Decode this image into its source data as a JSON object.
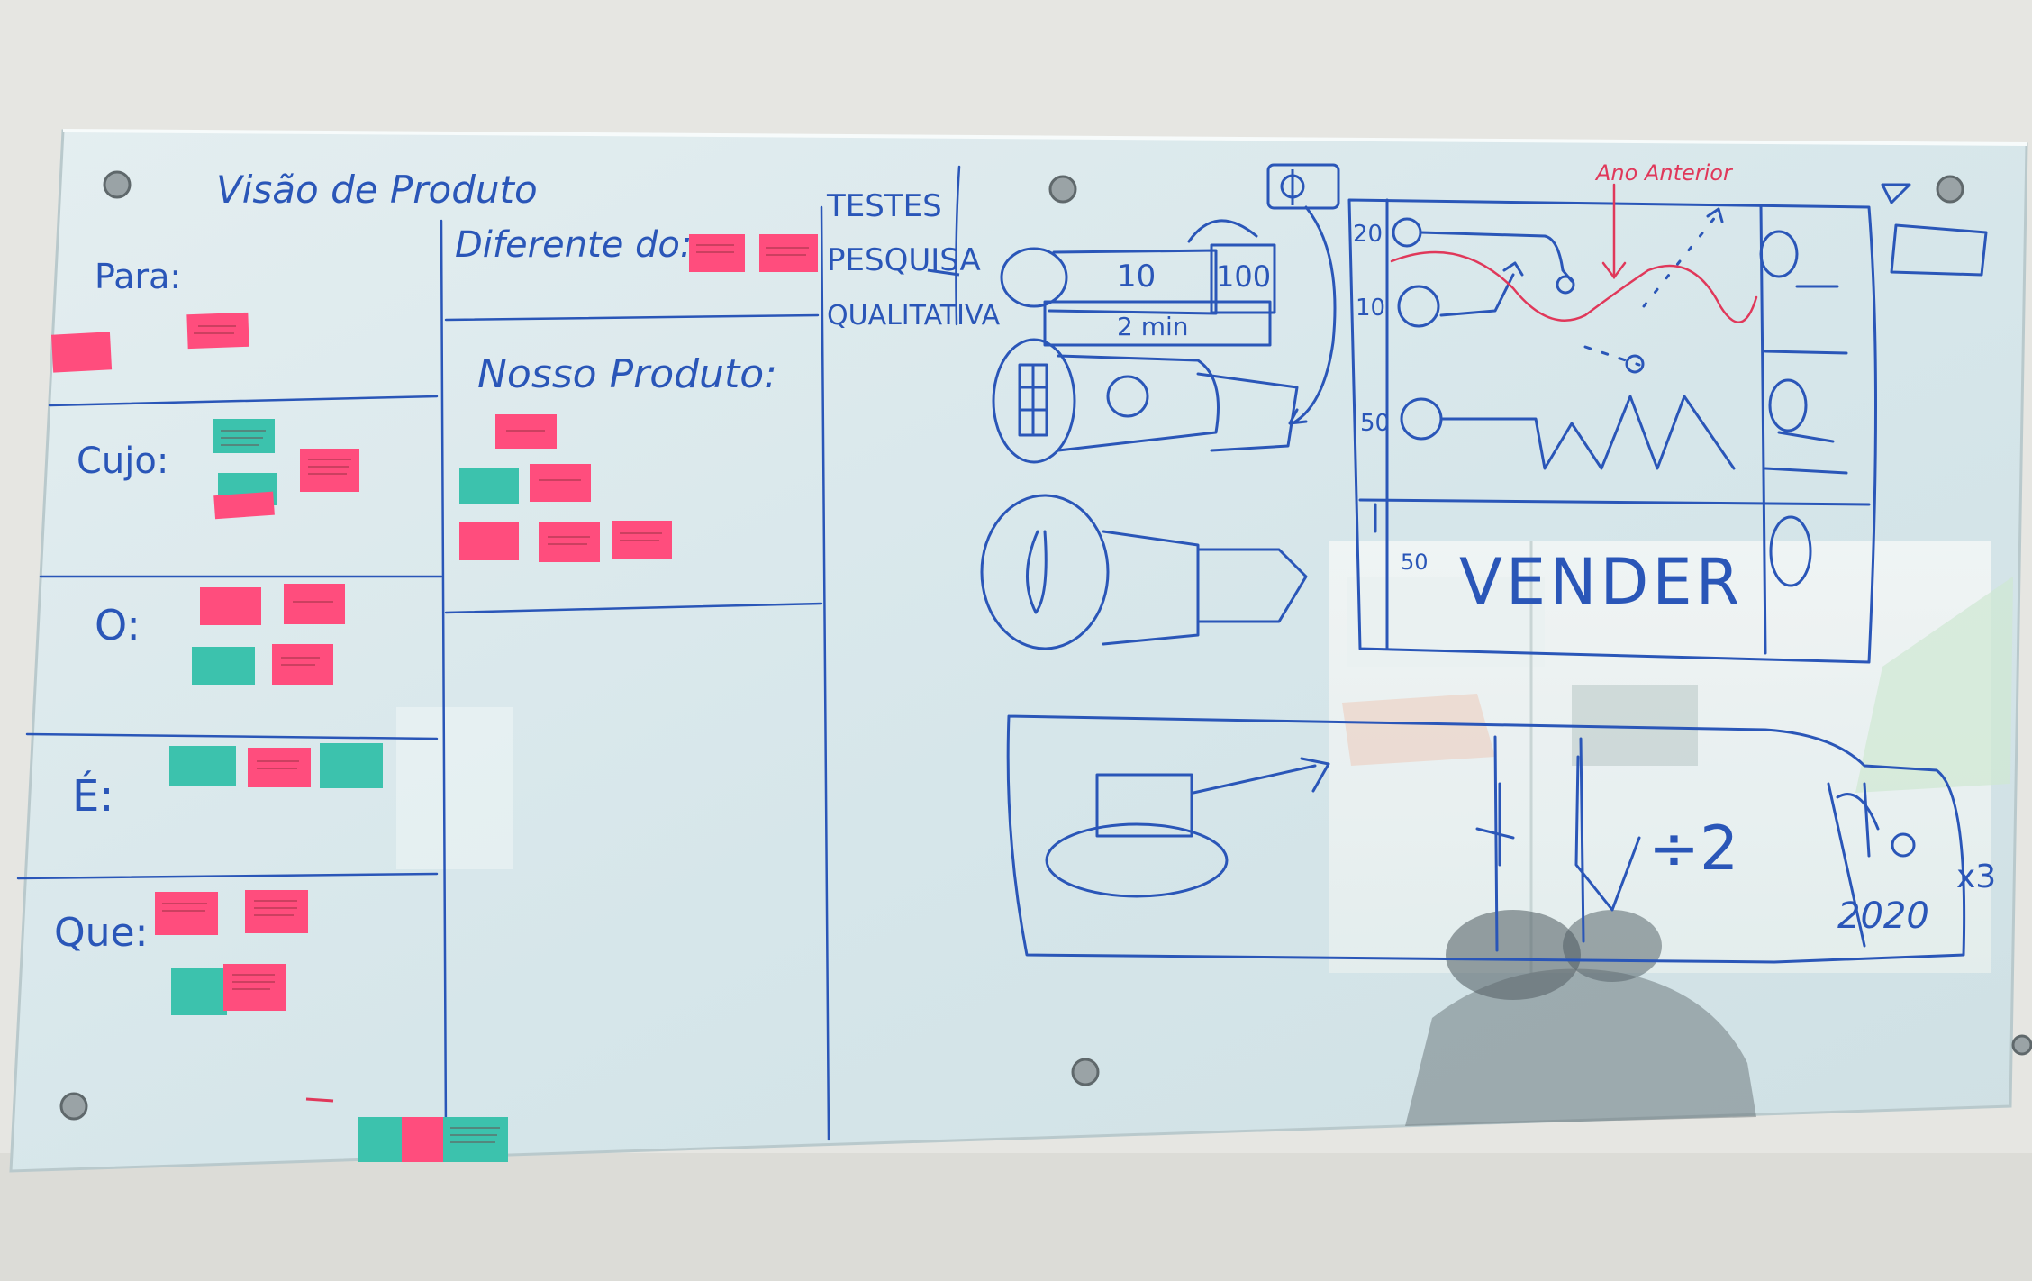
{
  "board": {
    "title": "Visão de Produto",
    "rows": {
      "para": "Para:",
      "cujo": "Cujo:",
      "o": "O:",
      "e": "É:",
      "que": "Que:"
    },
    "diferente_do": "Diferente do:",
    "nosso_produto": "Nosso Produto:",
    "testes": [
      "TESTES",
      "PESQUISA",
      "QUALITATIVA"
    ]
  },
  "sketch": {
    "timer_values": [
      "10",
      "100"
    ],
    "timer_unit": "2 min",
    "axis_values": [
      "20",
      "10",
      "50",
      "50"
    ],
    "red_label": "Ano Anterior",
    "vender": "VENDER",
    "division": "÷2",
    "multiplier": "x3",
    "year": "2020"
  },
  "colors": {
    "marker_blue": "#2a56b8",
    "marker_red": "#e0385a",
    "sticky_pink": "#ff4d7d",
    "sticky_teal": "#3cc2ad",
    "glass": "#dce9ec"
  }
}
